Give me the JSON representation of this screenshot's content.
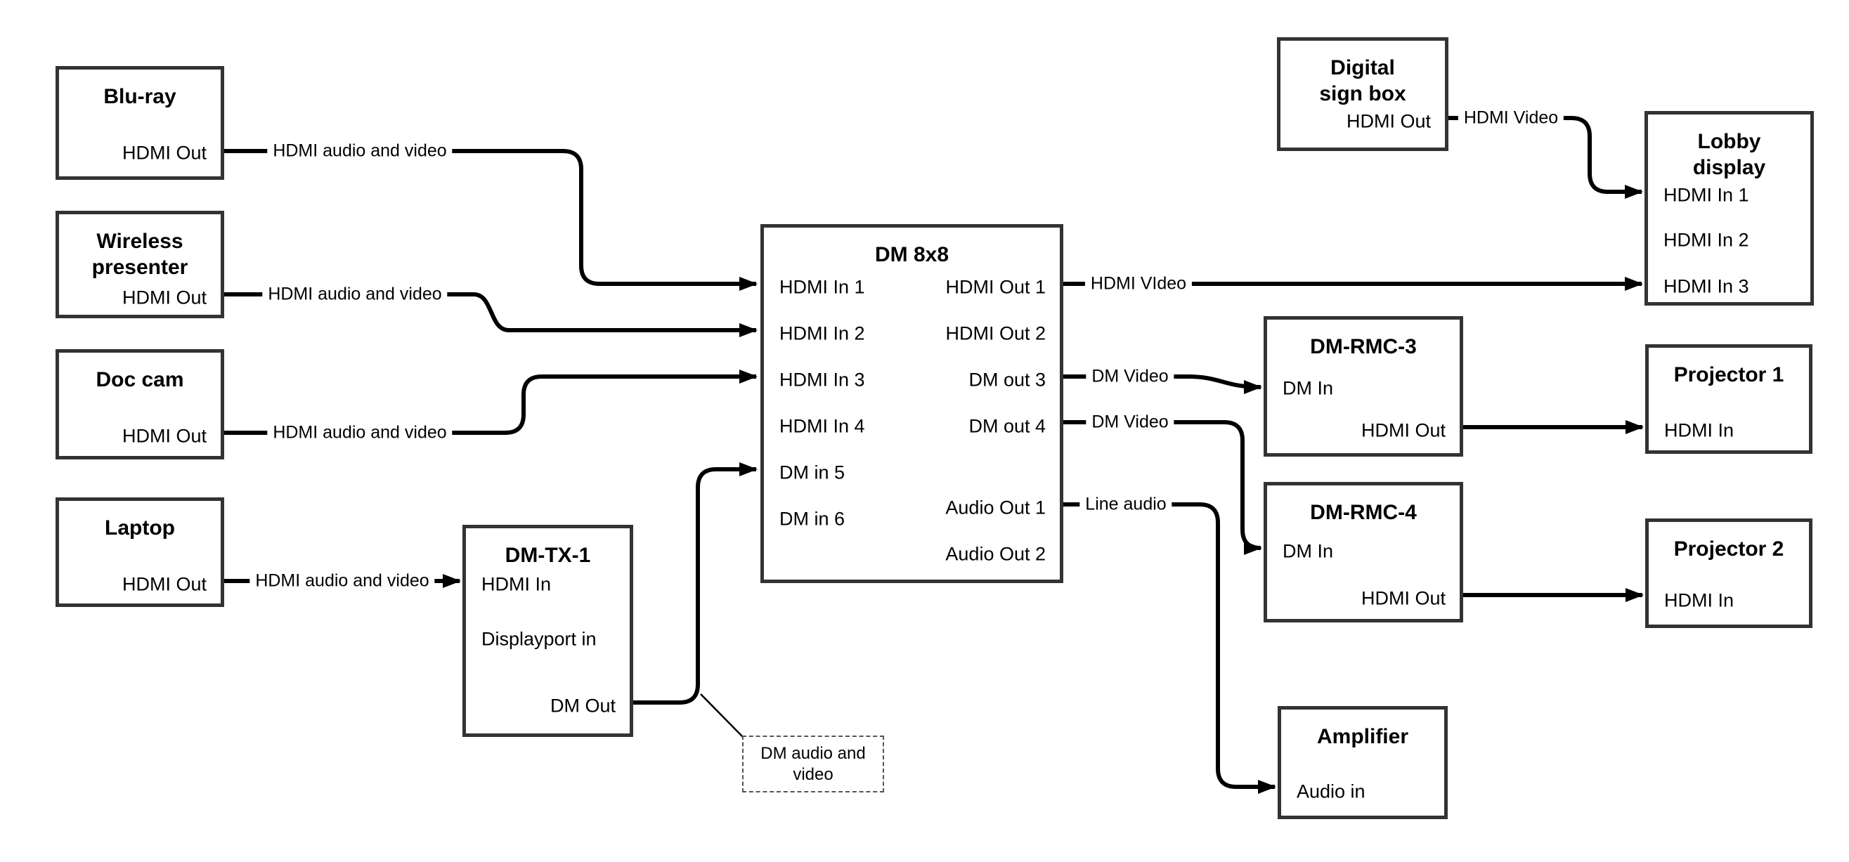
{
  "colors": {
    "wire": "#000000",
    "box_border": "#333333",
    "note_border": "#555555",
    "background": "#ffffff",
    "text": "#000000"
  },
  "nodes": {
    "bluray": {
      "title": "Blu-ray",
      "ports": {
        "hdmi_out": "HDMI Out"
      }
    },
    "wireless": {
      "title": "Wireless presenter",
      "ports": {
        "hdmi_out": "HDMI Out"
      }
    },
    "doccam": {
      "title": "Doc cam",
      "ports": {
        "hdmi_out": "HDMI Out"
      }
    },
    "laptop": {
      "title": "Laptop",
      "ports": {
        "hdmi_out": "HDMI Out"
      }
    },
    "dmtx1": {
      "title": "DM-TX-1",
      "ports": {
        "hdmi_in": "HDMI In",
        "displayport_in": "Displayport in",
        "dm_out": "DM Out"
      }
    },
    "dm8x8": {
      "title": "DM 8x8",
      "ports": {
        "hdmi_in_1": "HDMI In 1",
        "hdmi_in_2": "HDMI In 2",
        "hdmi_in_3": "HDMI In 3",
        "hdmi_in_4": "HDMI In 4",
        "dm_in_5": "DM in 5",
        "dm_in_6": "DM in 6",
        "hdmi_out_1": "HDMI Out 1",
        "hdmi_out_2": "HDMI Out 2",
        "dm_out_3": "DM out 3",
        "dm_out_4": "DM out 4",
        "audio_out_1": "Audio Out 1",
        "audio_out_2": "Audio Out 2"
      }
    },
    "signbox": {
      "title": "Digital sign box",
      "ports": {
        "hdmi_out": "HDMI Out"
      }
    },
    "lobby": {
      "title": "Lobby display",
      "ports": {
        "hdmi_in_1": "HDMI In 1",
        "hdmi_in_2": "HDMI In 2",
        "hdmi_in_3": "HDMI In 3"
      }
    },
    "rmc3": {
      "title": "DM-RMC-3",
      "ports": {
        "dm_in": "DM In",
        "hdmi_out": "HDMI Out"
      }
    },
    "proj1": {
      "title": "Projector 1",
      "ports": {
        "hdmi_in": "HDMI In"
      }
    },
    "rmc4": {
      "title": "DM-RMC-4",
      "ports": {
        "dm_in": "DM In",
        "hdmi_out": "HDMI Out"
      }
    },
    "proj2": {
      "title": "Projector 2",
      "ports": {
        "hdmi_in": "HDMI In"
      }
    },
    "amp": {
      "title": "Amplifier",
      "ports": {
        "audio_in": "Audio in"
      }
    }
  },
  "edges": {
    "bluray_dm8x8": "HDMI audio and video",
    "wireless_dm8x8": "HDMI audio and video",
    "doccam_dm8x8": "HDMI audio and video",
    "laptop_dmtx1": "HDMI audio and video",
    "signbox_lobby": "HDMI Video",
    "hdmi_out_1": "HDMI VIdeo",
    "dm_out_3": "DM Video",
    "dm_out_4": "DM Video",
    "audio_out_1": "Line audio"
  },
  "note": "DM audio and video"
}
